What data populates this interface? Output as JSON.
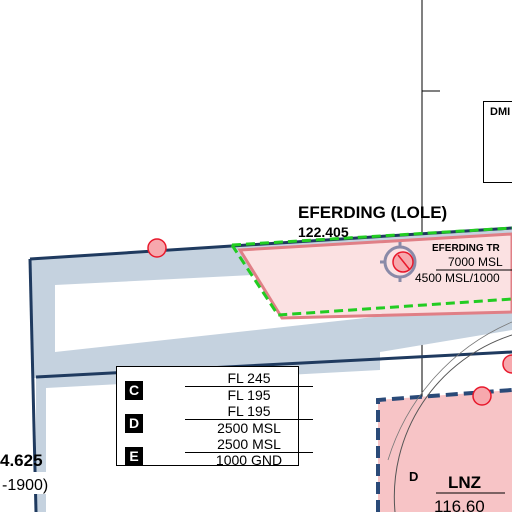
{
  "map": {
    "airfield": {
      "name": "EFERDING (LOLE)",
      "frequency": "122.405"
    },
    "eferding_tra": {
      "label": "EFERDING TR",
      "upper": "7000 MSL",
      "lower": "4500 MSL/1000"
    },
    "airspace_legend": [
      {
        "class": "C",
        "limits": [
          "FL 245",
          "FL 195"
        ]
      },
      {
        "class": "D",
        "limits": [
          "FL 195",
          "2500 MSL"
        ]
      },
      {
        "class": "E",
        "limits": [
          "2500 MSL",
          "1000 GND"
        ]
      }
    ],
    "left_freq": {
      "value": "4.625",
      "note": "-1900)"
    },
    "dmi_label": "DMI",
    "ctr_class": "D",
    "vor": {
      "ident": "LNZ",
      "frequency": "116.60"
    },
    "colors": {
      "tma_band": "#c5d2df",
      "tma_border": "#1f3a5f",
      "ctr_fill": "#f7c4c6",
      "ctr_border": "#2a4a78",
      "tra_fill": "#f9d3d5",
      "tra_border": "#e07f86",
      "danger_green": "#22cc22",
      "waypoint_red": "#e8192c"
    }
  }
}
